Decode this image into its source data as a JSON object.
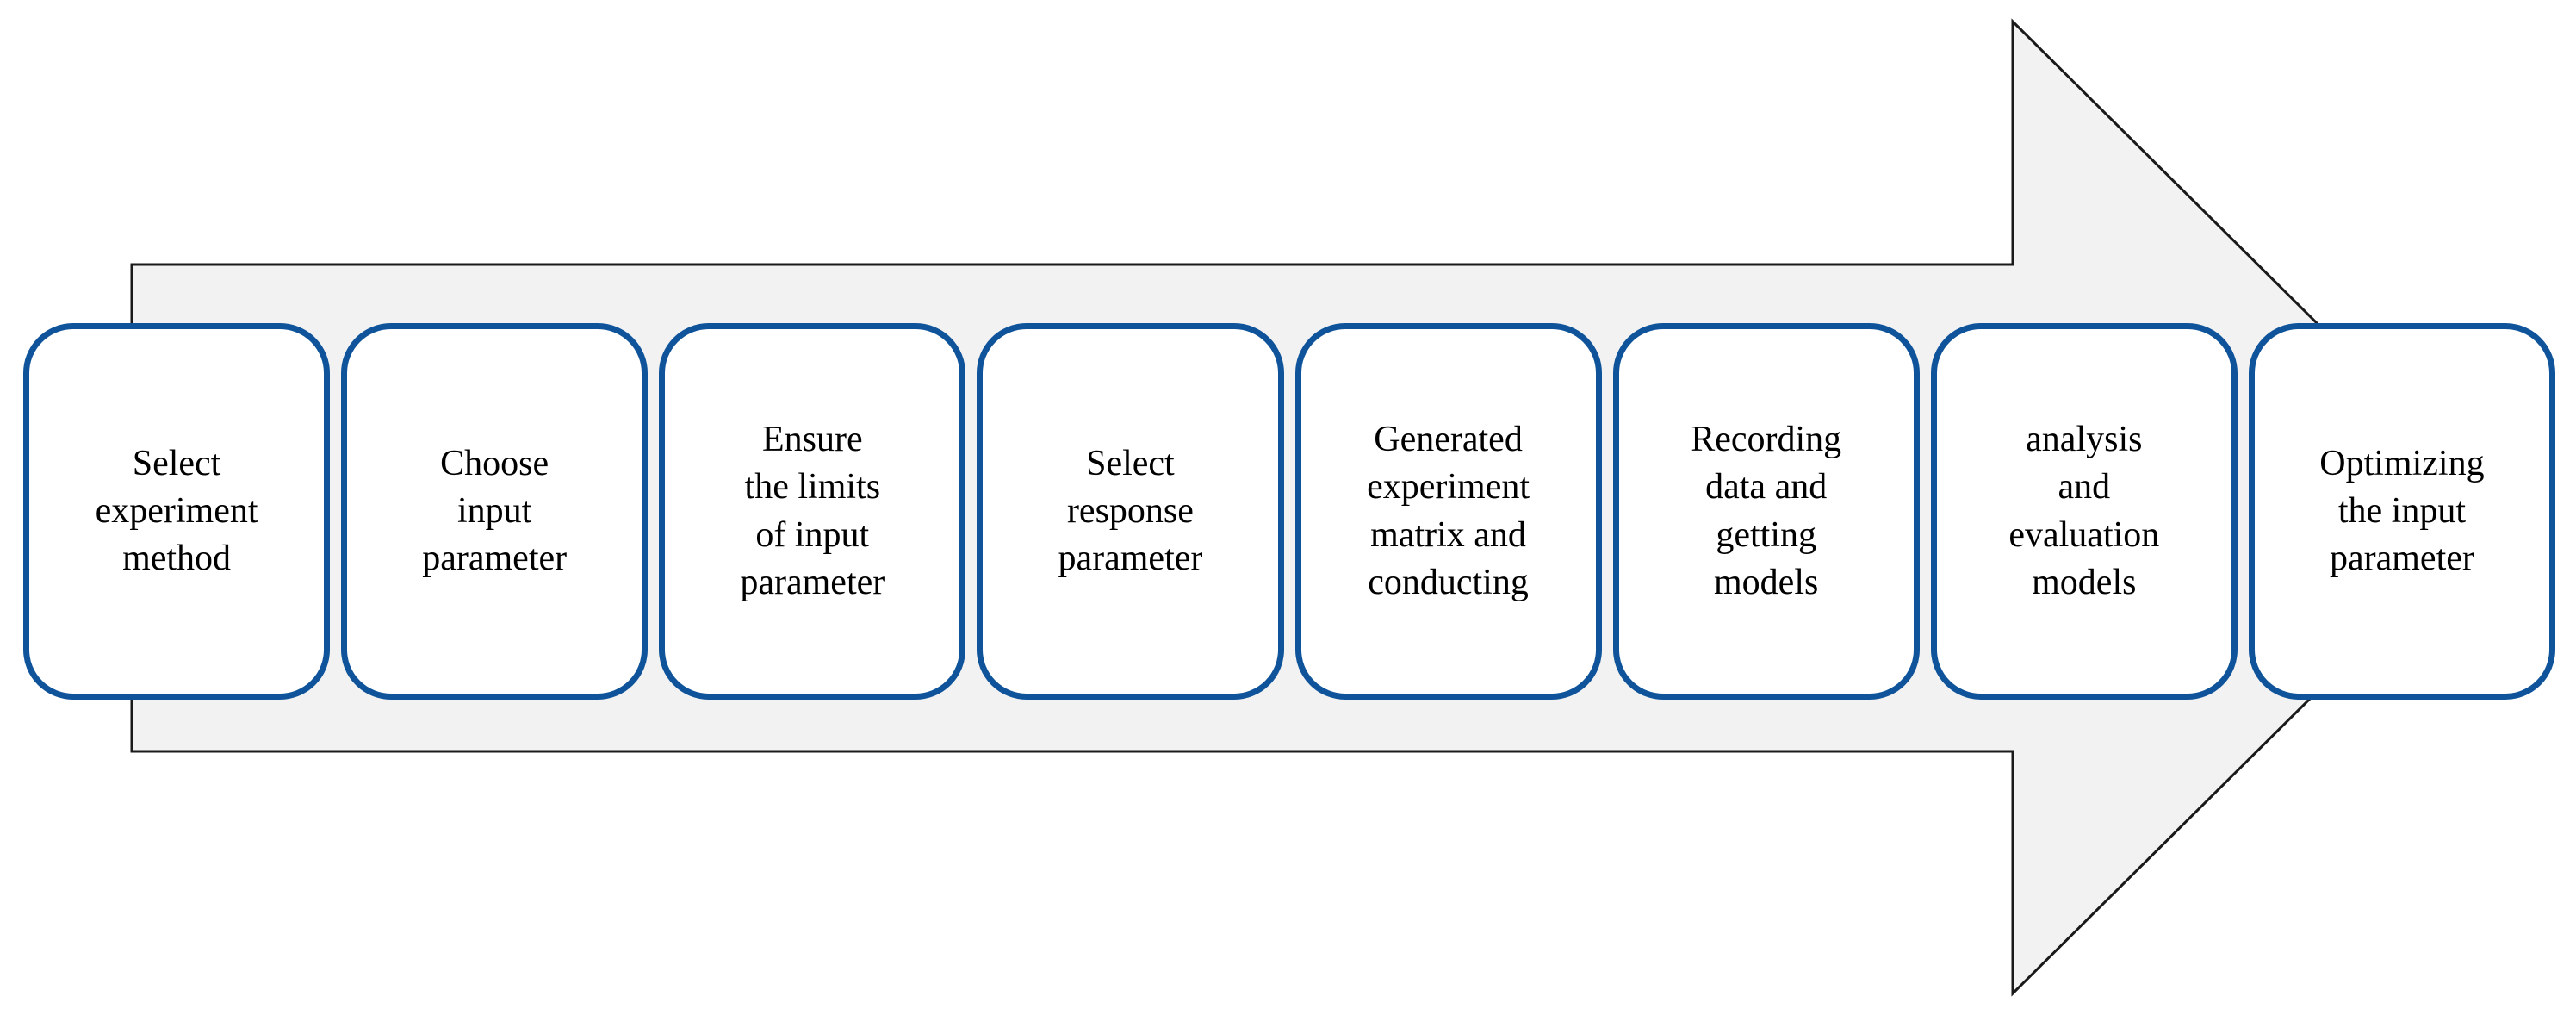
{
  "diagram": {
    "type": "process-flow-arrow",
    "direction": "right",
    "colors": {
      "background": "#ffffff",
      "arrow_fill": "#f2f2f2",
      "arrow_stroke": "#1a1a1a",
      "box_fill": "#ffffff",
      "box_border": "#0f549b",
      "text": "#000000"
    },
    "steps": [
      {
        "label": "Select\nexperiment\nmethod"
      },
      {
        "label": "Choose\ninput\nparameter"
      },
      {
        "label": "Ensure\nthe limits\nof input\nparameter"
      },
      {
        "label": "Select\nresponse\nparameter"
      },
      {
        "label": "Generated\nexperiment\nmatrix and\nconducting"
      },
      {
        "label": "Recording\ndata and\ngetting\nmodels"
      },
      {
        "label": "analysis\nand\nevaluation\nmodels"
      },
      {
        "label": "Optimizing\nthe input\nparameter"
      }
    ]
  }
}
